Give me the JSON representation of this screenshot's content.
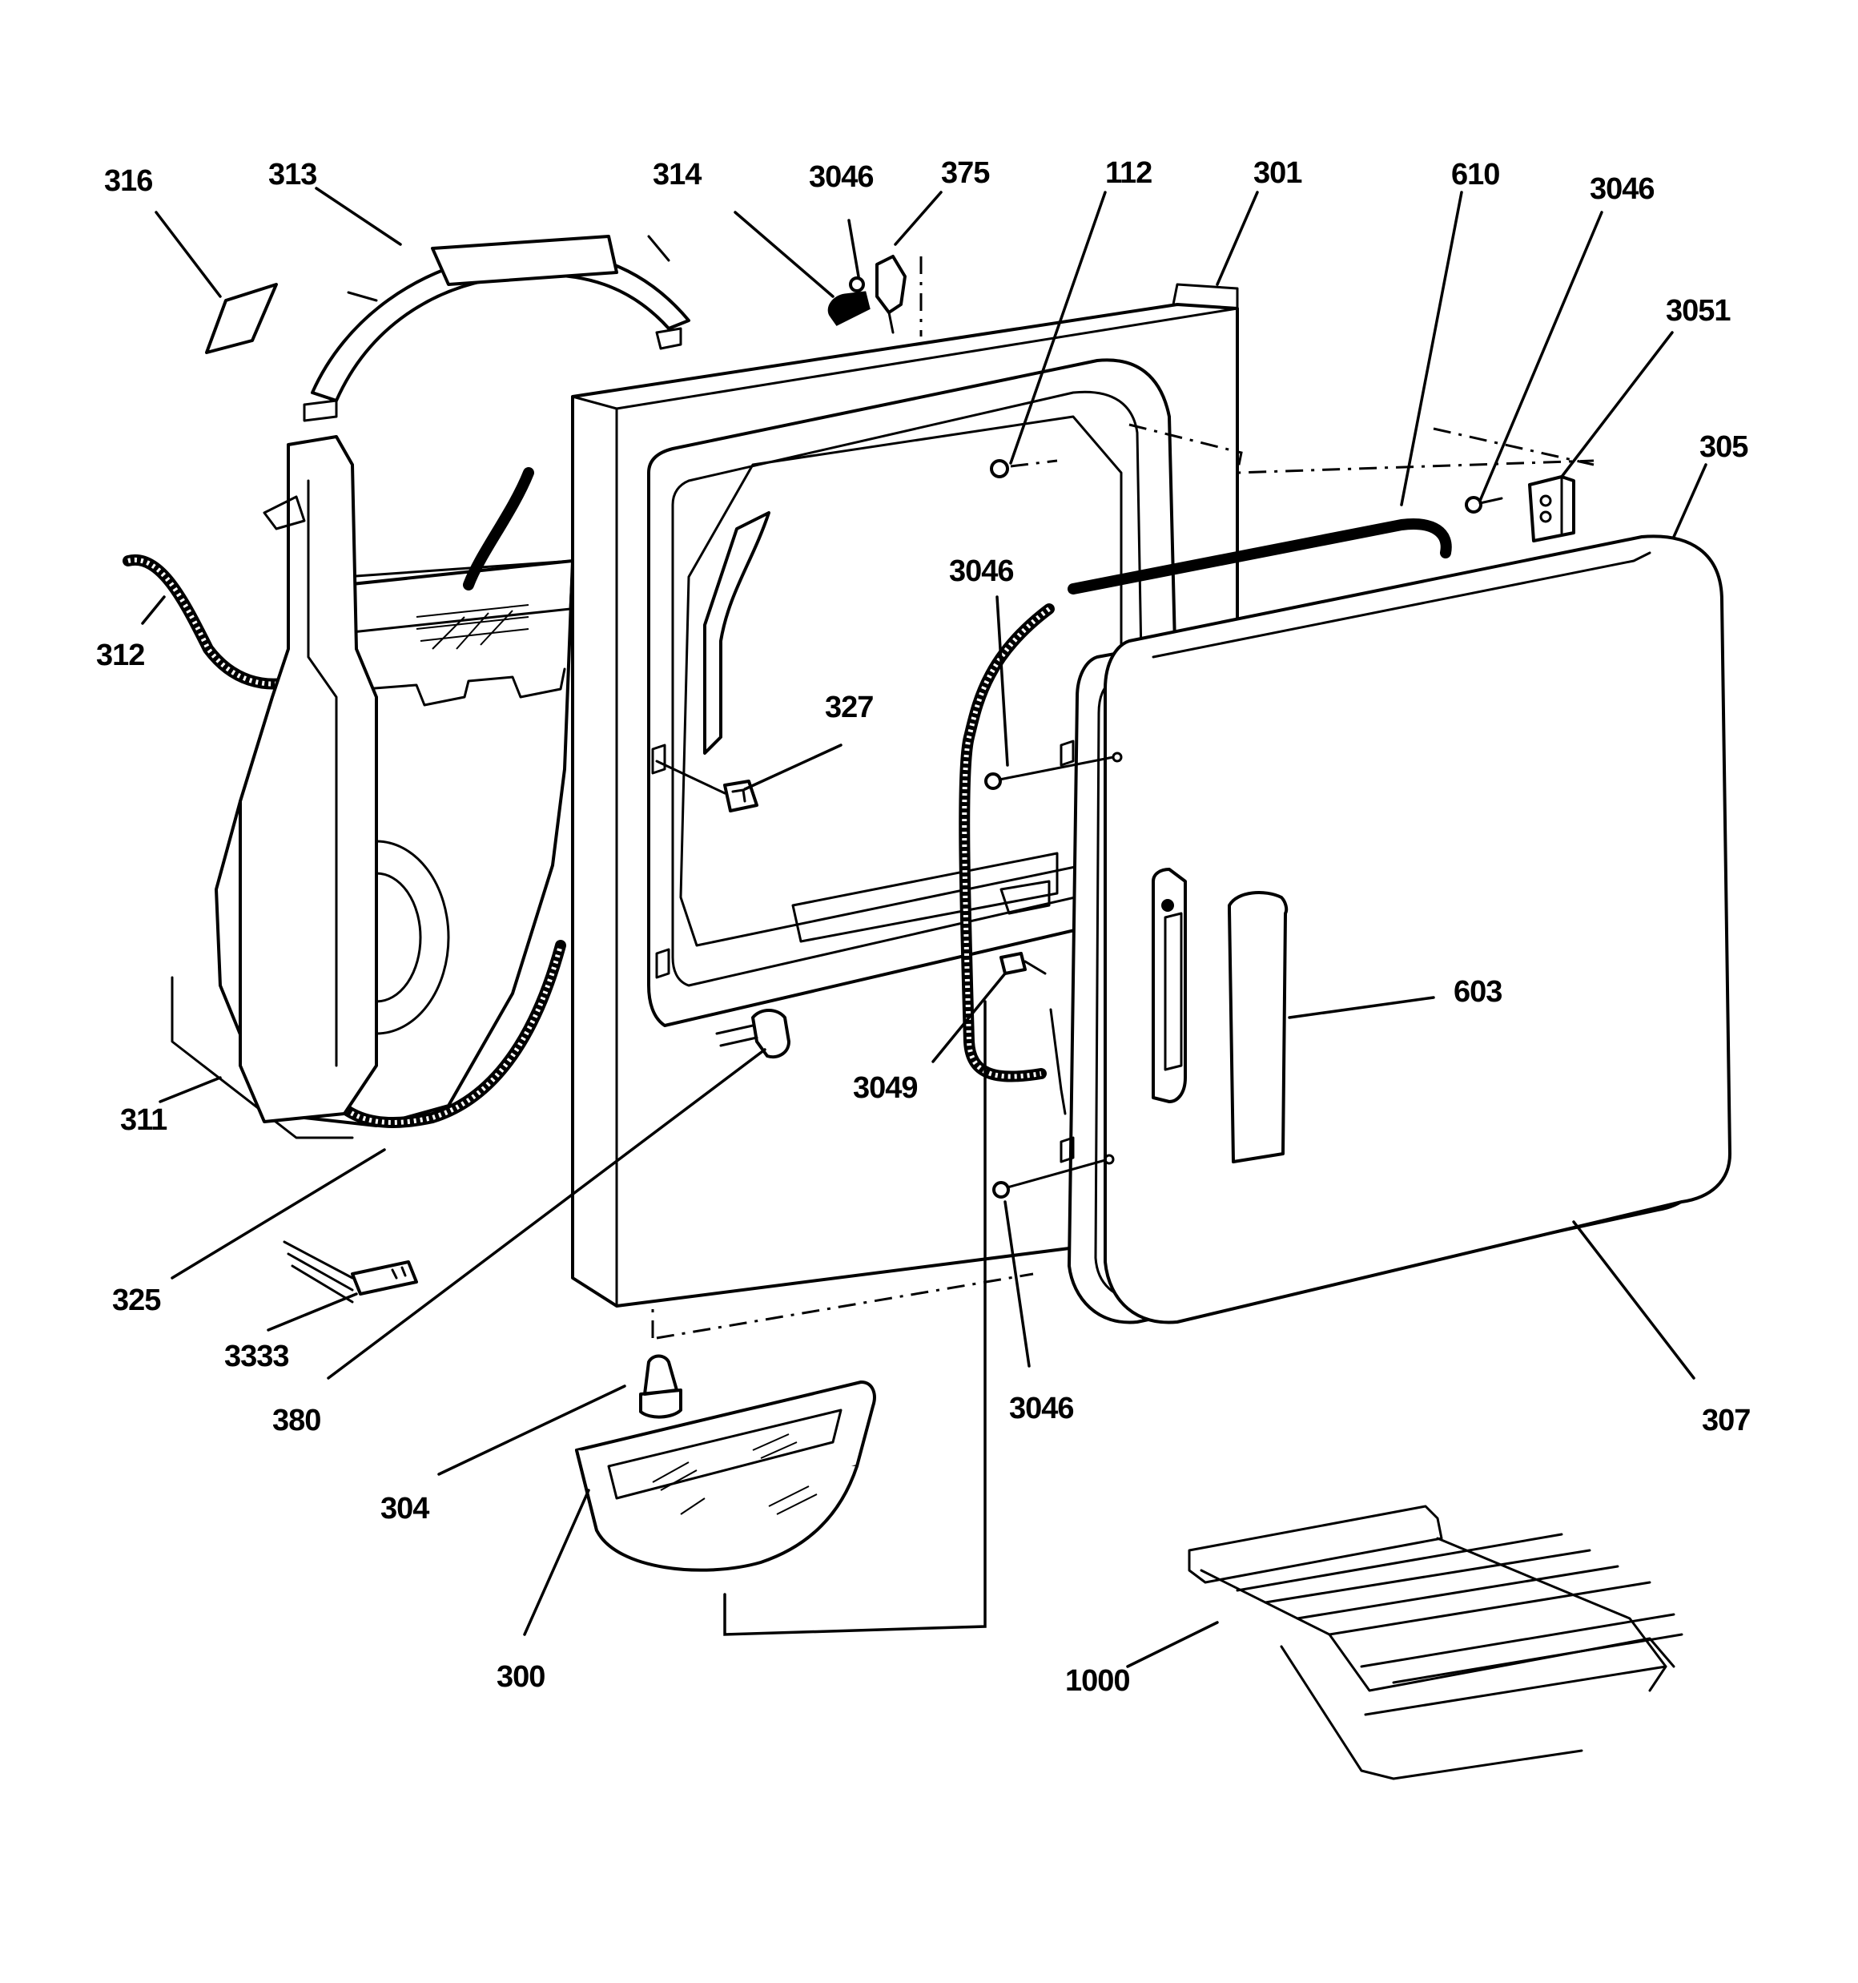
{
  "callouts": {
    "p316": "316",
    "p313": "313",
    "p314": "314",
    "p3046_top": "3046",
    "p375": "375",
    "p112": "112",
    "p301": "301",
    "p610": "610",
    "p3046_right": "3046",
    "p3051": "3051",
    "p305": "305",
    "p312": "312",
    "p3046_mid": "3046",
    "p327": "327",
    "p603": "603",
    "p3049": "3049",
    "p311": "311",
    "p325": "325",
    "p3333": "3333",
    "p380": "380",
    "p3046_bottom": "3046",
    "p307": "307",
    "p304": "304",
    "p300": "300",
    "p1000": "1000"
  }
}
